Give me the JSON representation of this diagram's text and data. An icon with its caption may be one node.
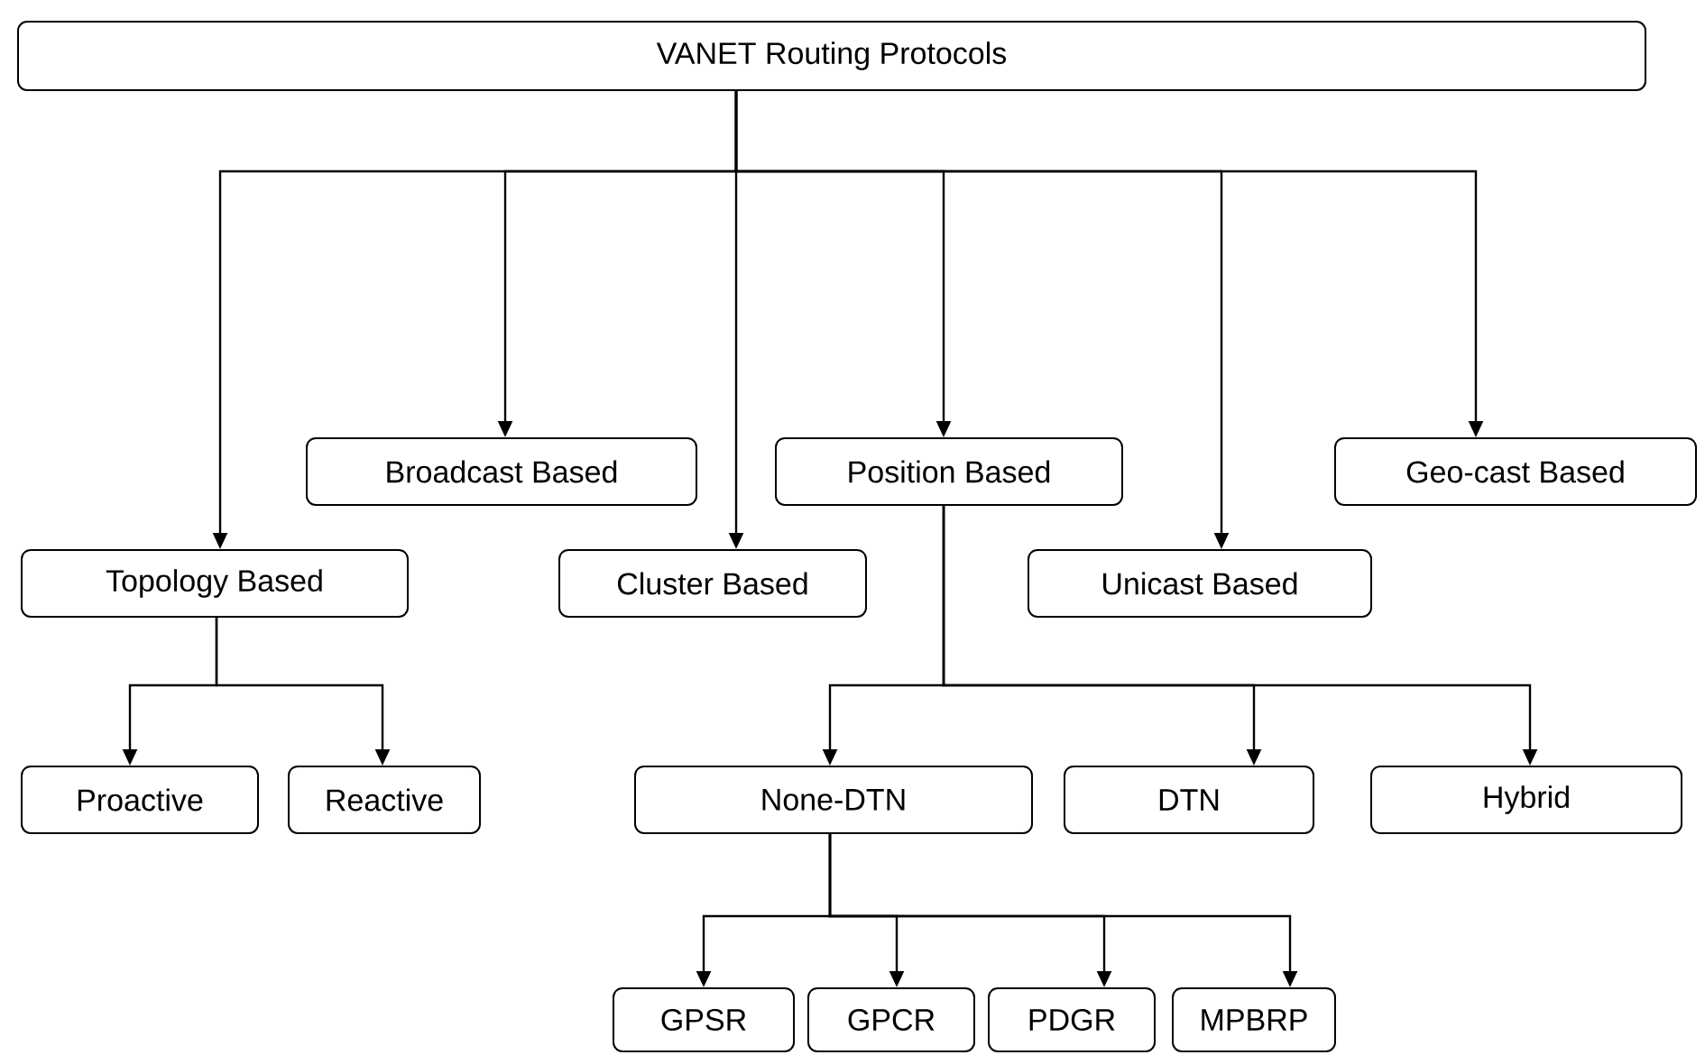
{
  "diagram": {
    "nodes": [
      {
        "text": [
          "VANET Routing Protocols"
        ]
      },
      {
        "text": [
          "Topology Based"
        ]
      },
      {
        "text": [
          "Broadcast Based"
        ]
      },
      {
        "text": [
          "Cluster Based"
        ]
      },
      {
        "text": [
          "Position Based"
        ]
      },
      {
        "text": [
          "Unicast Based"
        ]
      },
      {
        "text": [
          "Geo-cast Based"
        ]
      },
      {
        "text": [
          "Proactive"
        ]
      },
      {
        "text": [
          "Reactive"
        ]
      },
      {
        "text": [
          "None-DTN"
        ]
      },
      {
        "text": [
          "DTN"
        ]
      },
      {
        "text": [
          "Hybrid"
        ]
      },
      {
        "text": [
          "GPSR"
        ]
      },
      {
        "text": [
          "GPCR"
        ]
      },
      {
        "text": [
          "PDGR"
        ]
      },
      {
        "text": [
          "MPBRP"
        ]
      }
    ],
    "edges": [
      {
        "from": 0,
        "to": 1,
        "arrow": "to"
      },
      {
        "from": 0,
        "to": 2,
        "arrow": "to"
      },
      {
        "from": 0,
        "to": 3,
        "arrow": "to"
      },
      {
        "from": 0,
        "to": 4,
        "arrow": "to"
      },
      {
        "from": 0,
        "to": 5,
        "arrow": "to"
      },
      {
        "from": 0,
        "to": 6,
        "arrow": "to"
      },
      {
        "from": 1,
        "to": 7,
        "arrow": "to"
      },
      {
        "from": 1,
        "to": 8,
        "arrow": "to"
      },
      {
        "from": 4,
        "to": 9,
        "arrow": "to"
      },
      {
        "from": 4,
        "to": 10,
        "arrow": "to"
      },
      {
        "from": 4,
        "to": 11,
        "arrow": "to"
      },
      {
        "from": 9,
        "to": 12,
        "arrow": "to"
      },
      {
        "from": 9,
        "to": 13,
        "arrow": "to"
      },
      {
        "from": 9,
        "to": 14,
        "arrow": "to"
      },
      {
        "from": 9,
        "to": 15,
        "arrow": "to"
      }
    ]
  }
}
